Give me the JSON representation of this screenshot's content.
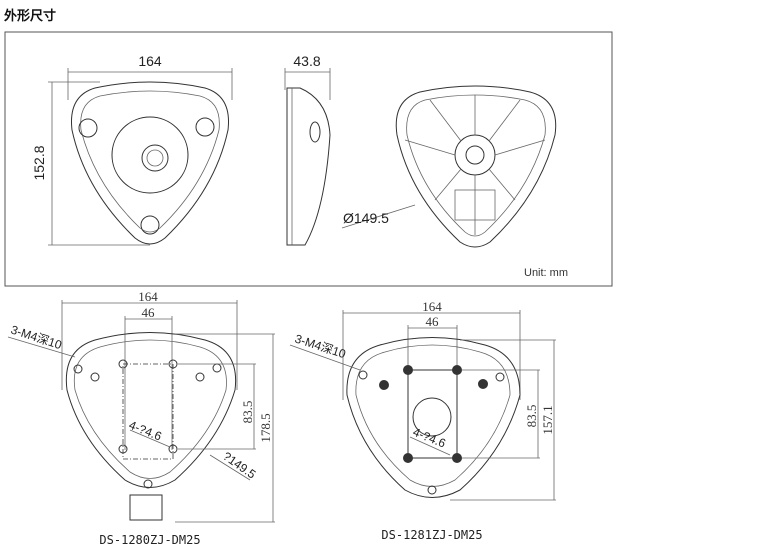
{
  "title": "外形尺寸",
  "top_panel": {
    "width_dim": "164",
    "height_dim": "152.8",
    "depth_dim": "43.8",
    "diameter_dim": "Ø149.5",
    "unit": "Unit: mm"
  },
  "bracket_left": {
    "width_dim": "164",
    "hole_spacing": "46",
    "screw_label": "3-M4深10",
    "vertical_spacing": "83.5",
    "height_dim": "178.5",
    "hole_label": "4-?4.6",
    "diameter_label": "?149.5",
    "model": "DS-1280ZJ-DM25"
  },
  "bracket_right": {
    "width_dim": "164",
    "hole_spacing": "46",
    "screw_label": "3-M4深10",
    "vertical_spacing": "83.5",
    "height_dim": "157.1",
    "hole_label": "4-?4.6",
    "model": "DS-1281ZJ-DM25"
  }
}
